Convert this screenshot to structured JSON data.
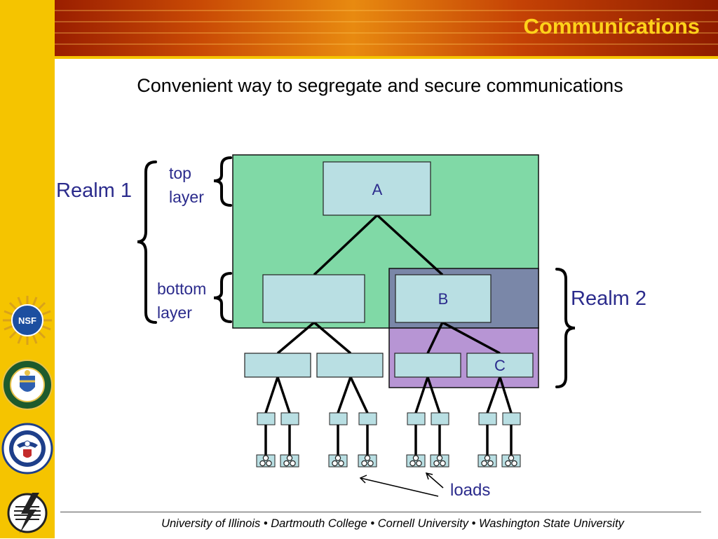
{
  "slide": {
    "title": "Communications",
    "subtitle": "Convenient way to segregate and secure communications",
    "footer": "University of Illinois  •  Dartmouth College  •  Cornell University  •  Washington State University"
  },
  "diagram": {
    "nodes": {
      "top": "A",
      "bottom_right": "B",
      "leaf_c": "C"
    },
    "labels": {
      "realm1": "Realm 1",
      "realm2": "Realm 2",
      "top_layer_1": "top",
      "top_layer_2": "layer",
      "bottom_layer_1": "bottom",
      "bottom_layer_2": "layer",
      "loads": "loads"
    }
  },
  "logos": {
    "nsf_text": "NSF"
  },
  "colors": {
    "sidebar": "#f5c400",
    "title": "#ffd21a",
    "realm1_fill": "#80d9a6",
    "realm2_upper": "#7a87a8",
    "realm2_lower": "#b795d4",
    "node_fill": "#b9dfe3",
    "label": "#2b2b8c"
  }
}
